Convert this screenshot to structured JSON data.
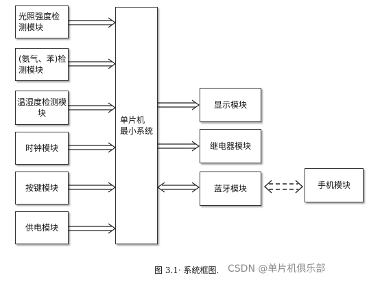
{
  "diagram": {
    "left_modules": [
      {
        "id": "light",
        "label": "光照强度检测模块"
      },
      {
        "id": "gas",
        "label": "(氨气、苯)检测模块"
      },
      {
        "id": "temp",
        "label": "温湿度检测模块"
      },
      {
        "id": "clock",
        "label": "时钟模块"
      },
      {
        "id": "keys",
        "label": "按键模块"
      },
      {
        "id": "power",
        "label": "供电模块"
      }
    ],
    "mcu": {
      "label": "单片机\n最小系统"
    },
    "right_modules": [
      {
        "id": "display",
        "label": "显示模块"
      },
      {
        "id": "relay",
        "label": "继电器模块"
      },
      {
        "id": "bluetooth",
        "label": "蓝牙模块"
      }
    ],
    "phone": {
      "label": "手机模块"
    },
    "caption": "图 3.1· 系统框图.",
    "watermark": "CSDN @单片机俱乐部"
  }
}
